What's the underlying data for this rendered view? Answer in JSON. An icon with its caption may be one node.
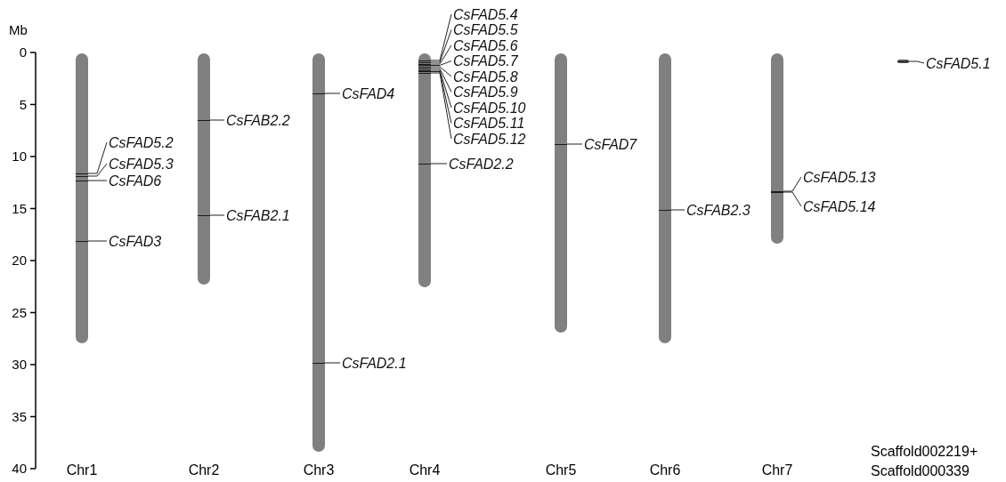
{
  "diagram": {
    "nodes": [
      {
        "text": [],
        "shape": "bar"
      },
      {
        "text": [],
        "shape": "bar"
      },
      {
        "text": [],
        "shape": "bar"
      },
      {
        "text": [],
        "shape": "bar"
      },
      {
        "text": [],
        "shape": "bar"
      },
      {
        "text": [],
        "shape": "bar"
      },
      {
        "text": [],
        "shape": "bar"
      },
      {
        "text": [],
        "shape": "bar"
      },
      {
        "text": [
          "CsFAD5.2"
        ]
      },
      {
        "text": [
          "CsFAD5.3"
        ]
      },
      {
        "text": [
          "CsFAD6"
        ]
      },
      {
        "text": [
          "CsFAD3"
        ]
      },
      {
        "text": [
          "CsFAB2.2"
        ]
      },
      {
        "text": [
          "CsFAB2.1"
        ]
      },
      {
        "text": [
          "CsFAD4"
        ]
      },
      {
        "text": [
          "CsFAD2.1"
        ]
      },
      {
        "text": [
          "CsFAD5.4"
        ]
      },
      {
        "text": [
          "CsFAD5.5"
        ]
      },
      {
        "text": [
          "CsFAD5.6"
        ]
      },
      {
        "text": [
          "CsFAD5.7"
        ]
      },
      {
        "text": [
          "CsFAD5.8"
        ]
      },
      {
        "text": [
          "CsFAD5.9"
        ]
      },
      {
        "text": [
          "CsFAD5.10"
        ]
      },
      {
        "text": [
          "CsFAD5.11"
        ]
      },
      {
        "text": [
          "CsFAD5.12"
        ]
      },
      {
        "text": [
          "CsFAD2.2"
        ]
      },
      {
        "text": [
          "CsFAD7"
        ]
      },
      {
        "text": [
          "CsFAB2.3"
        ]
      },
      {
        "text": [
          "CsFAD5.13"
        ]
      },
      {
        "text": [
          "CsFAD5.14"
        ]
      },
      {
        "text": [
          "CsFAD5.1"
        ]
      }
    ],
    "edges": [
      {
        "from": 8,
        "to": 0,
        "arrow": "none"
      },
      {
        "from": 9,
        "to": 0,
        "arrow": "none"
      },
      {
        "from": 10,
        "to": 0,
        "arrow": "none"
      },
      {
        "from": 11,
        "to": 0,
        "arrow": "none"
      },
      {
        "from": 12,
        "to": 1,
        "arrow": "none"
      },
      {
        "from": 13,
        "to": 1,
        "arrow": "none"
      },
      {
        "from": 14,
        "to": 2,
        "arrow": "none"
      },
      {
        "from": 15,
        "to": 2,
        "arrow": "none"
      },
      {
        "from": 16,
        "to": 3,
        "arrow": "none"
      },
      {
        "from": 17,
        "to": 3,
        "arrow": "none"
      },
      {
        "from": 18,
        "to": 3,
        "arrow": "none"
      },
      {
        "from": 19,
        "to": 3,
        "arrow": "none"
      },
      {
        "from": 20,
        "to": 3,
        "arrow": "none"
      },
      {
        "from": 21,
        "to": 3,
        "arrow": "none"
      },
      {
        "from": 22,
        "to": 3,
        "arrow": "none"
      },
      {
        "from": 23,
        "to": 3,
        "arrow": "none"
      },
      {
        "from": 24,
        "to": 3,
        "arrow": "none"
      },
      {
        "from": 25,
        "to": 3,
        "arrow": "none"
      },
      {
        "from": 26,
        "to": 4,
        "arrow": "none"
      },
      {
        "from": 27,
        "to": 5,
        "arrow": "none"
      },
      {
        "from": 28,
        "to": 6,
        "arrow": "none"
      },
      {
        "from": 29,
        "to": 6,
        "arrow": "none"
      },
      {
        "from": 30,
        "to": 7,
        "arrow": "none"
      }
    ],
    "labels": [
      "Mb",
      "0",
      "5",
      "10",
      "15",
      "20",
      "25",
      "30",
      "35",
      "40",
      "Chr1",
      "Chr2",
      "Chr3",
      "Chr4",
      "Chr5",
      "Chr6",
      "Chr7",
      "Scaffold002219+ Scaffold000339"
    ]
  }
}
